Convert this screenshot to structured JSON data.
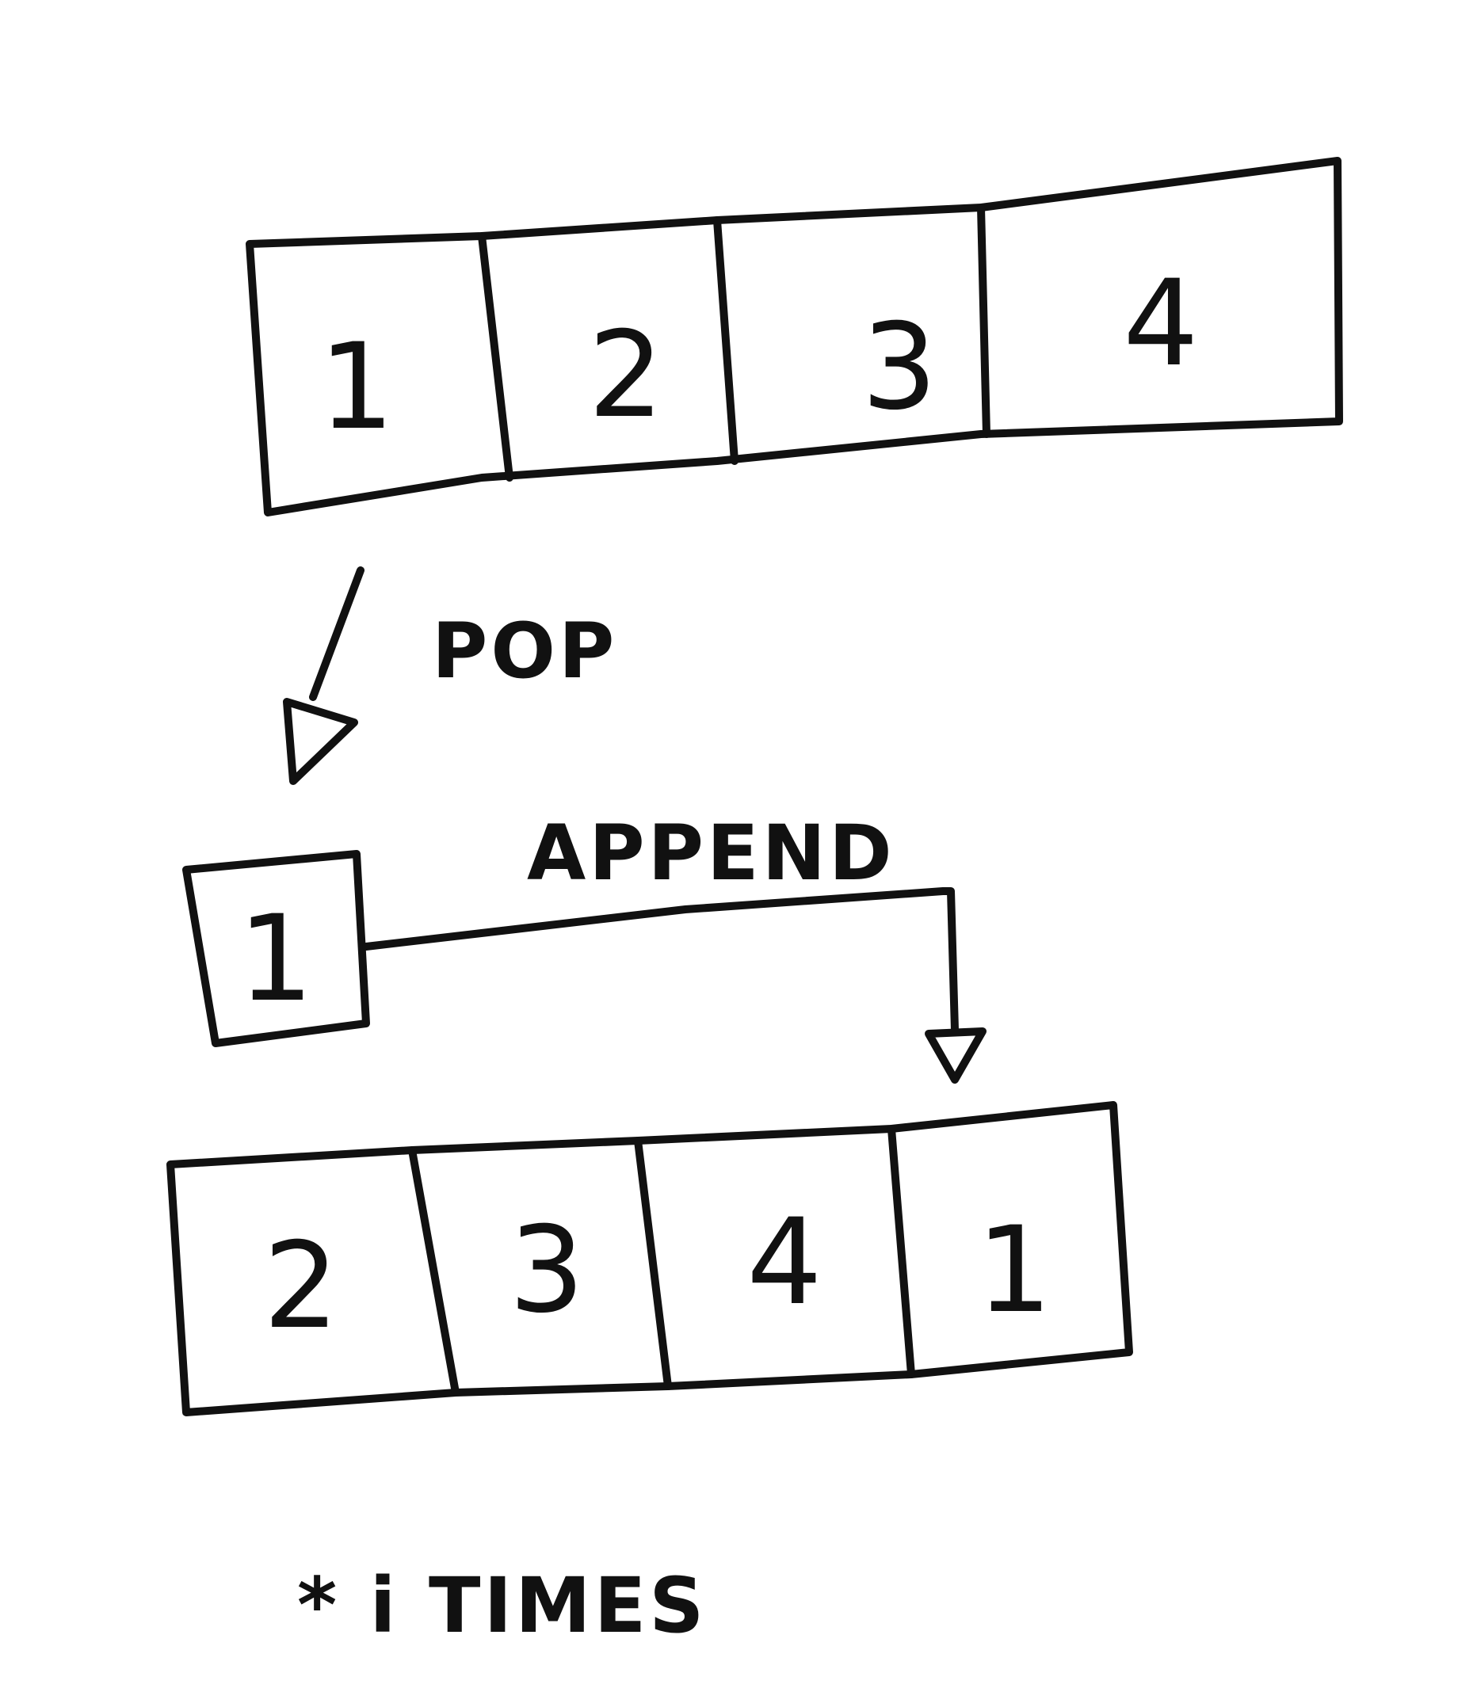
{
  "original_array": {
    "cells": [
      "1",
      "2",
      "3",
      "4"
    ]
  },
  "pop_label": "POP",
  "popped_item": {
    "value": "1"
  },
  "append_label": "APPEND",
  "result_array": {
    "cells": [
      "2",
      "3",
      "4",
      "1"
    ]
  },
  "note": "* i TIMES",
  "colors": {
    "ink": "#111111",
    "background": "#ffffff"
  }
}
